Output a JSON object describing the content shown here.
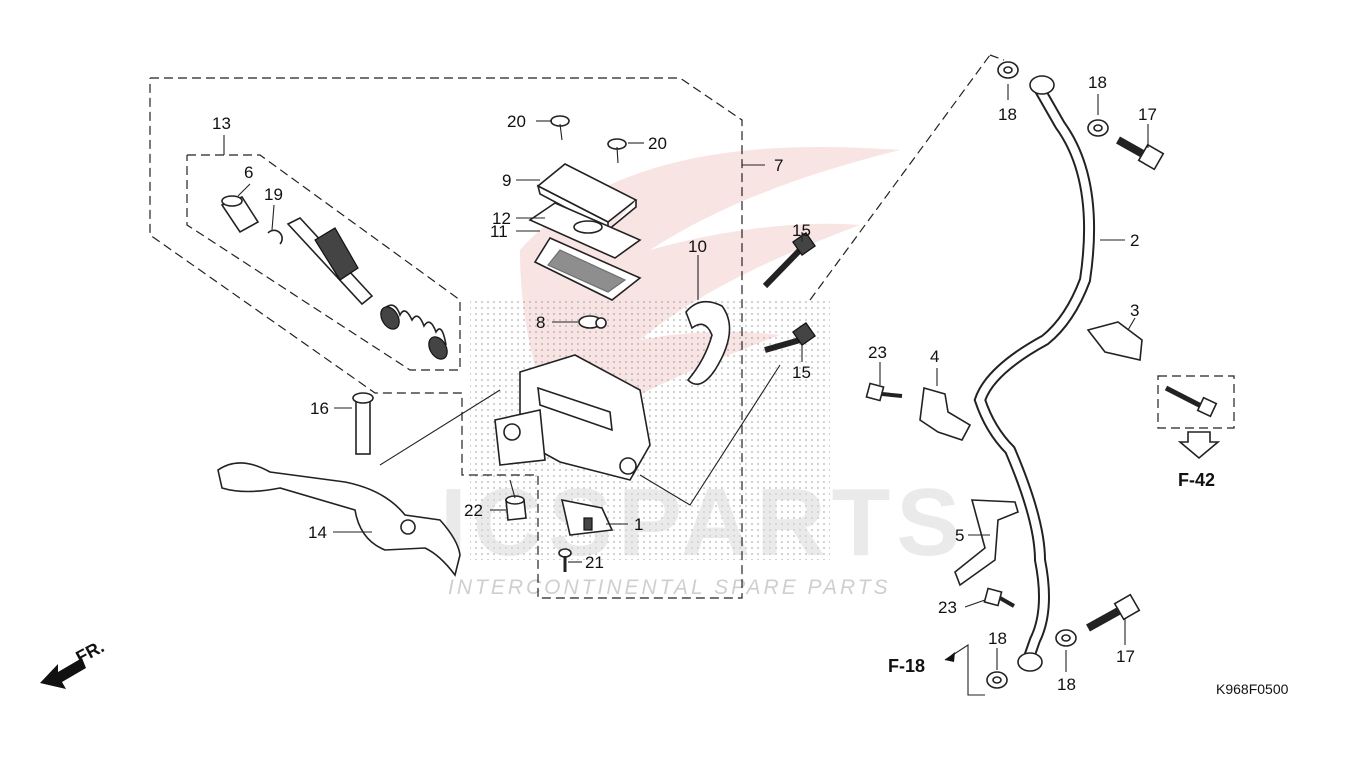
{
  "diagram_code": "K968F0500",
  "direction_label": "FR.",
  "watermark": {
    "main_text": "ICSPARTS",
    "sub_text": "INTERCONTINENTAL SPARE PARTS"
  },
  "references": {
    "f42": "F-42",
    "f18": "F-18"
  },
  "callouts": {
    "c1": "1",
    "c2": "2",
    "c3": "3",
    "c4": "4",
    "c5": "5",
    "c6": "6",
    "c7": "7",
    "c8": "8",
    "c9": "9",
    "c10": "10",
    "c11": "11",
    "c12": "12",
    "c13": "13",
    "c14": "14",
    "c15a": "15",
    "c15b": "15",
    "c16": "16",
    "c17a": "17",
    "c17b": "17",
    "c18a": "18",
    "c18b": "18",
    "c18c": "18",
    "c18d": "18",
    "c19": "19",
    "c20a": "20",
    "c20b": "20",
    "c21": "21",
    "c22": "22",
    "c23a": "23",
    "c23b": "23"
  }
}
